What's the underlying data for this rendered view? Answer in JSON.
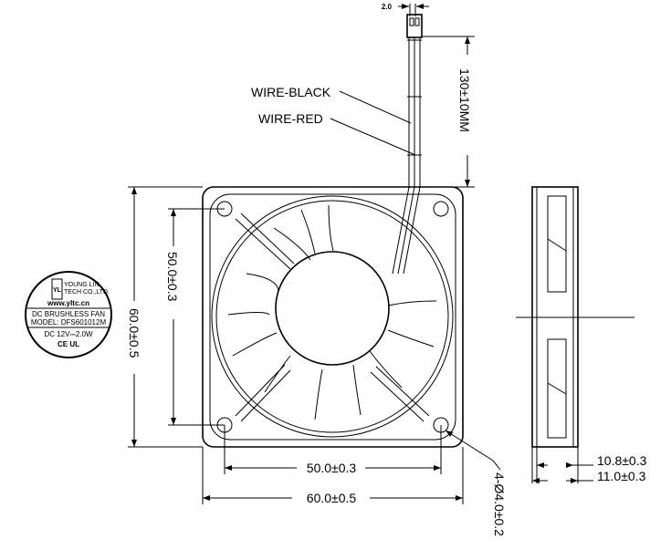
{
  "wires": {
    "black": "WIRE-BLACK",
    "red": "WIRE-RED"
  },
  "dimensions": {
    "connector_pitch": "2.0",
    "wire_length": "130±10MM",
    "frame_height": "60.0±0.5",
    "hole_spacing_vertical": "50.0±0.3",
    "hole_spacing_horizontal": "50.0±0.3",
    "frame_width": "60.0±0.5",
    "mounting_holes": "4-Ø4.0±0.2",
    "thickness_inner": "10.8±0.3",
    "thickness_outer": "11.0±0.3"
  },
  "label_sticker": {
    "company_line1": "YOUNG LIN",
    "company_line2": "TECH CO.,LTD.",
    "website": "www.yltc.cn",
    "product": "DC BRUSHLESS FAN",
    "model": "MODEL:  DFS601012M",
    "rating": "DC 12V⎓2.0W",
    "certs": "CE UL"
  }
}
